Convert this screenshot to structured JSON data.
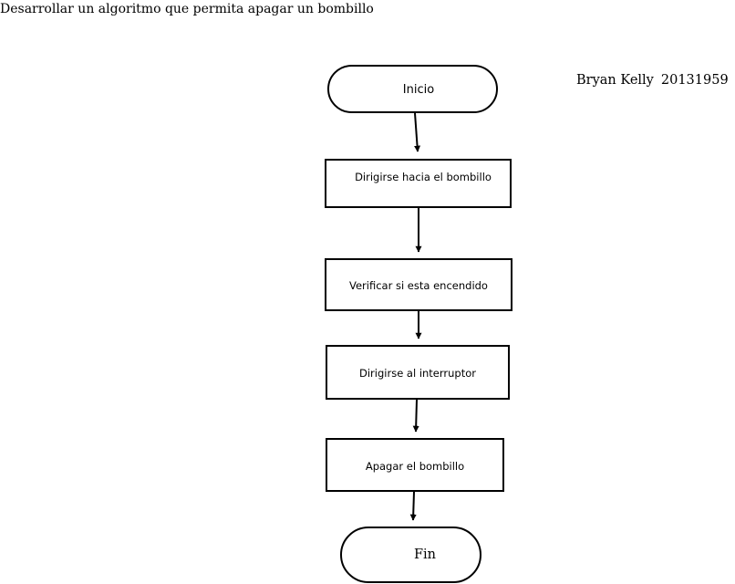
{
  "title": "Desarrollar un algoritmo que permita apagar un bombillo",
  "author": {
    "name": "Bryan Kelly",
    "id": "20131959"
  },
  "flowchart": {
    "nodes": [
      {
        "id": "start",
        "shape": "terminator",
        "label": "Inicio"
      },
      {
        "id": "step1",
        "shape": "process",
        "label": "Dirigirse hacia el bombillo"
      },
      {
        "id": "step2",
        "shape": "process",
        "label": "Verificar si esta encendido"
      },
      {
        "id": "step3",
        "shape": "process",
        "label": "Dirigirse al interruptor"
      },
      {
        "id": "step4",
        "shape": "process",
        "label": "Apagar el bombillo"
      },
      {
        "id": "end",
        "shape": "terminator",
        "label": "Fin"
      }
    ],
    "edges": [
      {
        "from": "start",
        "to": "step1"
      },
      {
        "from": "step1",
        "to": "step2"
      },
      {
        "from": "step2",
        "to": "step3"
      },
      {
        "from": "step3",
        "to": "step4"
      },
      {
        "from": "step4",
        "to": "end"
      }
    ],
    "colors": {
      "stroke": "#000000",
      "fill": "#ffffff",
      "text": "#000000"
    }
  }
}
